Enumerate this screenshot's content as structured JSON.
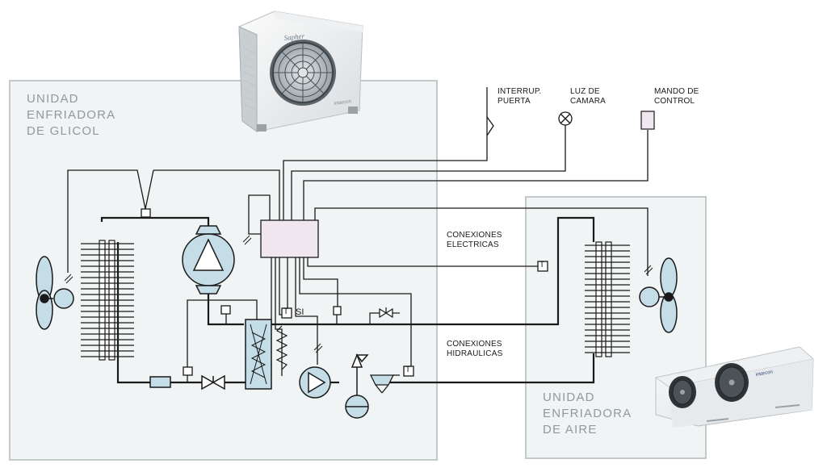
{
  "units": {
    "glycol": {
      "lines": [
        "UNIDAD",
        "ENFRIADORA",
        "DE GLICOL"
      ]
    },
    "air": {
      "lines": [
        "UNIDAD",
        "ENFRIADORA",
        "DE AIRE"
      ]
    }
  },
  "electrical_labels": {
    "door_switch": {
      "lines": [
        "INTERRUP.",
        "PUERTA"
      ]
    },
    "chamber_light": {
      "lines": [
        "LUZ DE",
        "CAMARA"
      ]
    },
    "control": {
      "lines": [
        "MANDO DE",
        "CONTROL"
      ]
    }
  },
  "connections": {
    "electrical": {
      "lines": [
        "CONEXIONES",
        "ELECTRICAS"
      ]
    },
    "hydraulic": {
      "lines": [
        "CONEXIONES",
        "HIDRAULICAS"
      ]
    }
  },
  "sensor_si_label": "SI",
  "sensor_glyph": "T",
  "product_images": {
    "outdoor_brand": "Sapher",
    "evaporator_brand": "intarcon"
  },
  "colors": {
    "box_fill": "#f1f4f5",
    "box_border": "#c4c9cb",
    "component_fill": "#c4dde6",
    "panel_fill": "#efe6f0",
    "line": "#1a1a1a",
    "label_gray": "#8f9a9e"
  }
}
